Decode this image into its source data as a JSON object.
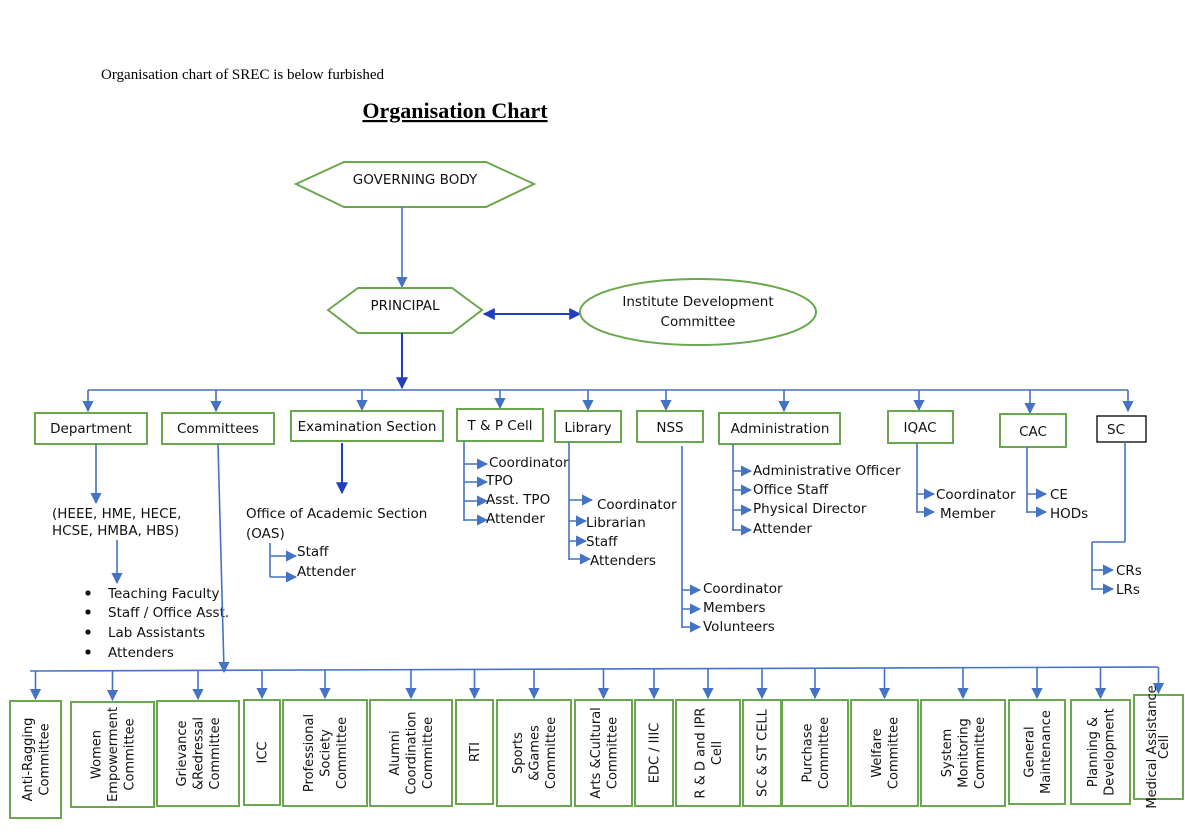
{
  "intro_text": "Organisation chart of SREC is below furbished",
  "title": "Organisation Chart",
  "governing_body": "GOVERNING BODY",
  "principal": "PRINCIPAL",
  "idc": [
    "Institute Development",
    "Committee"
  ],
  "units": {
    "department": "Department",
    "committees": "Committees",
    "exam": "Examination Section",
    "tp": "T & P Cell",
    "library": "Library",
    "nss": "NSS",
    "admin": "Administration",
    "iqac": "IQAC",
    "cac": "CAC",
    "sc": "SC"
  },
  "department_programs": [
    "(HEEE, HME, HECE,",
    "HCSE, HMBA, HBS)"
  ],
  "department_staff": [
    "Teaching Faculty",
    "Staff / Office Asst.",
    "Lab Assistants",
    "Attenders"
  ],
  "oas": [
    "Office of Academic Section",
    "(OAS)"
  ],
  "oas_items": [
    "Staff",
    "Attender"
  ],
  "tp_items": [
    "Coordinator",
    "TPO",
    "Asst. TPO",
    "Attender"
  ],
  "library_items": [
    "Coordinator",
    "Librarian",
    "Staff",
    "Attenders"
  ],
  "nss_items": [
    "Coordinator",
    "Members",
    "Volunteers"
  ],
  "admin_items": [
    "Administrative Officer",
    "Office Staff",
    "Physical Director",
    "Attender"
  ],
  "iqac_items": [
    "Coordinator",
    "Member"
  ],
  "cac_items": [
    "CE",
    "HODs"
  ],
  "sc_items": [
    "CRs",
    "LRs"
  ],
  "committee_list": [
    [
      "Anti-Ragging",
      "Committee"
    ],
    [
      "Women",
      "Empowerment",
      "Committee"
    ],
    [
      "Grievance",
      "&Redressal",
      "Committee"
    ],
    [
      "ICC"
    ],
    [
      "Professional",
      "Society",
      "Committee"
    ],
    [
      "Alumni",
      "Coordination",
      "Committee"
    ],
    [
      "RTI"
    ],
    [
      "Sports",
      "&Games",
      "Committee"
    ],
    [
      "Arts &Cultural",
      "Committee"
    ],
    [
      "EDC / IIIC"
    ],
    [
      "R & D and IPR",
      "Cell"
    ],
    [
      "SC & ST CELL"
    ],
    [
      "Purchase",
      "Committee"
    ],
    [
      "Welfare",
      "Committee"
    ],
    [
      "System",
      "Monitoring",
      "Committee"
    ],
    [
      "General",
      "Maintenance"
    ],
    [
      "Planning &",
      "Development"
    ],
    [
      "Medical Assistance",
      "Cell"
    ]
  ],
  "colors": {
    "box_border": "#6aa84f",
    "connector": "#4472c4",
    "connector_dark": "#1f3fbf"
  }
}
